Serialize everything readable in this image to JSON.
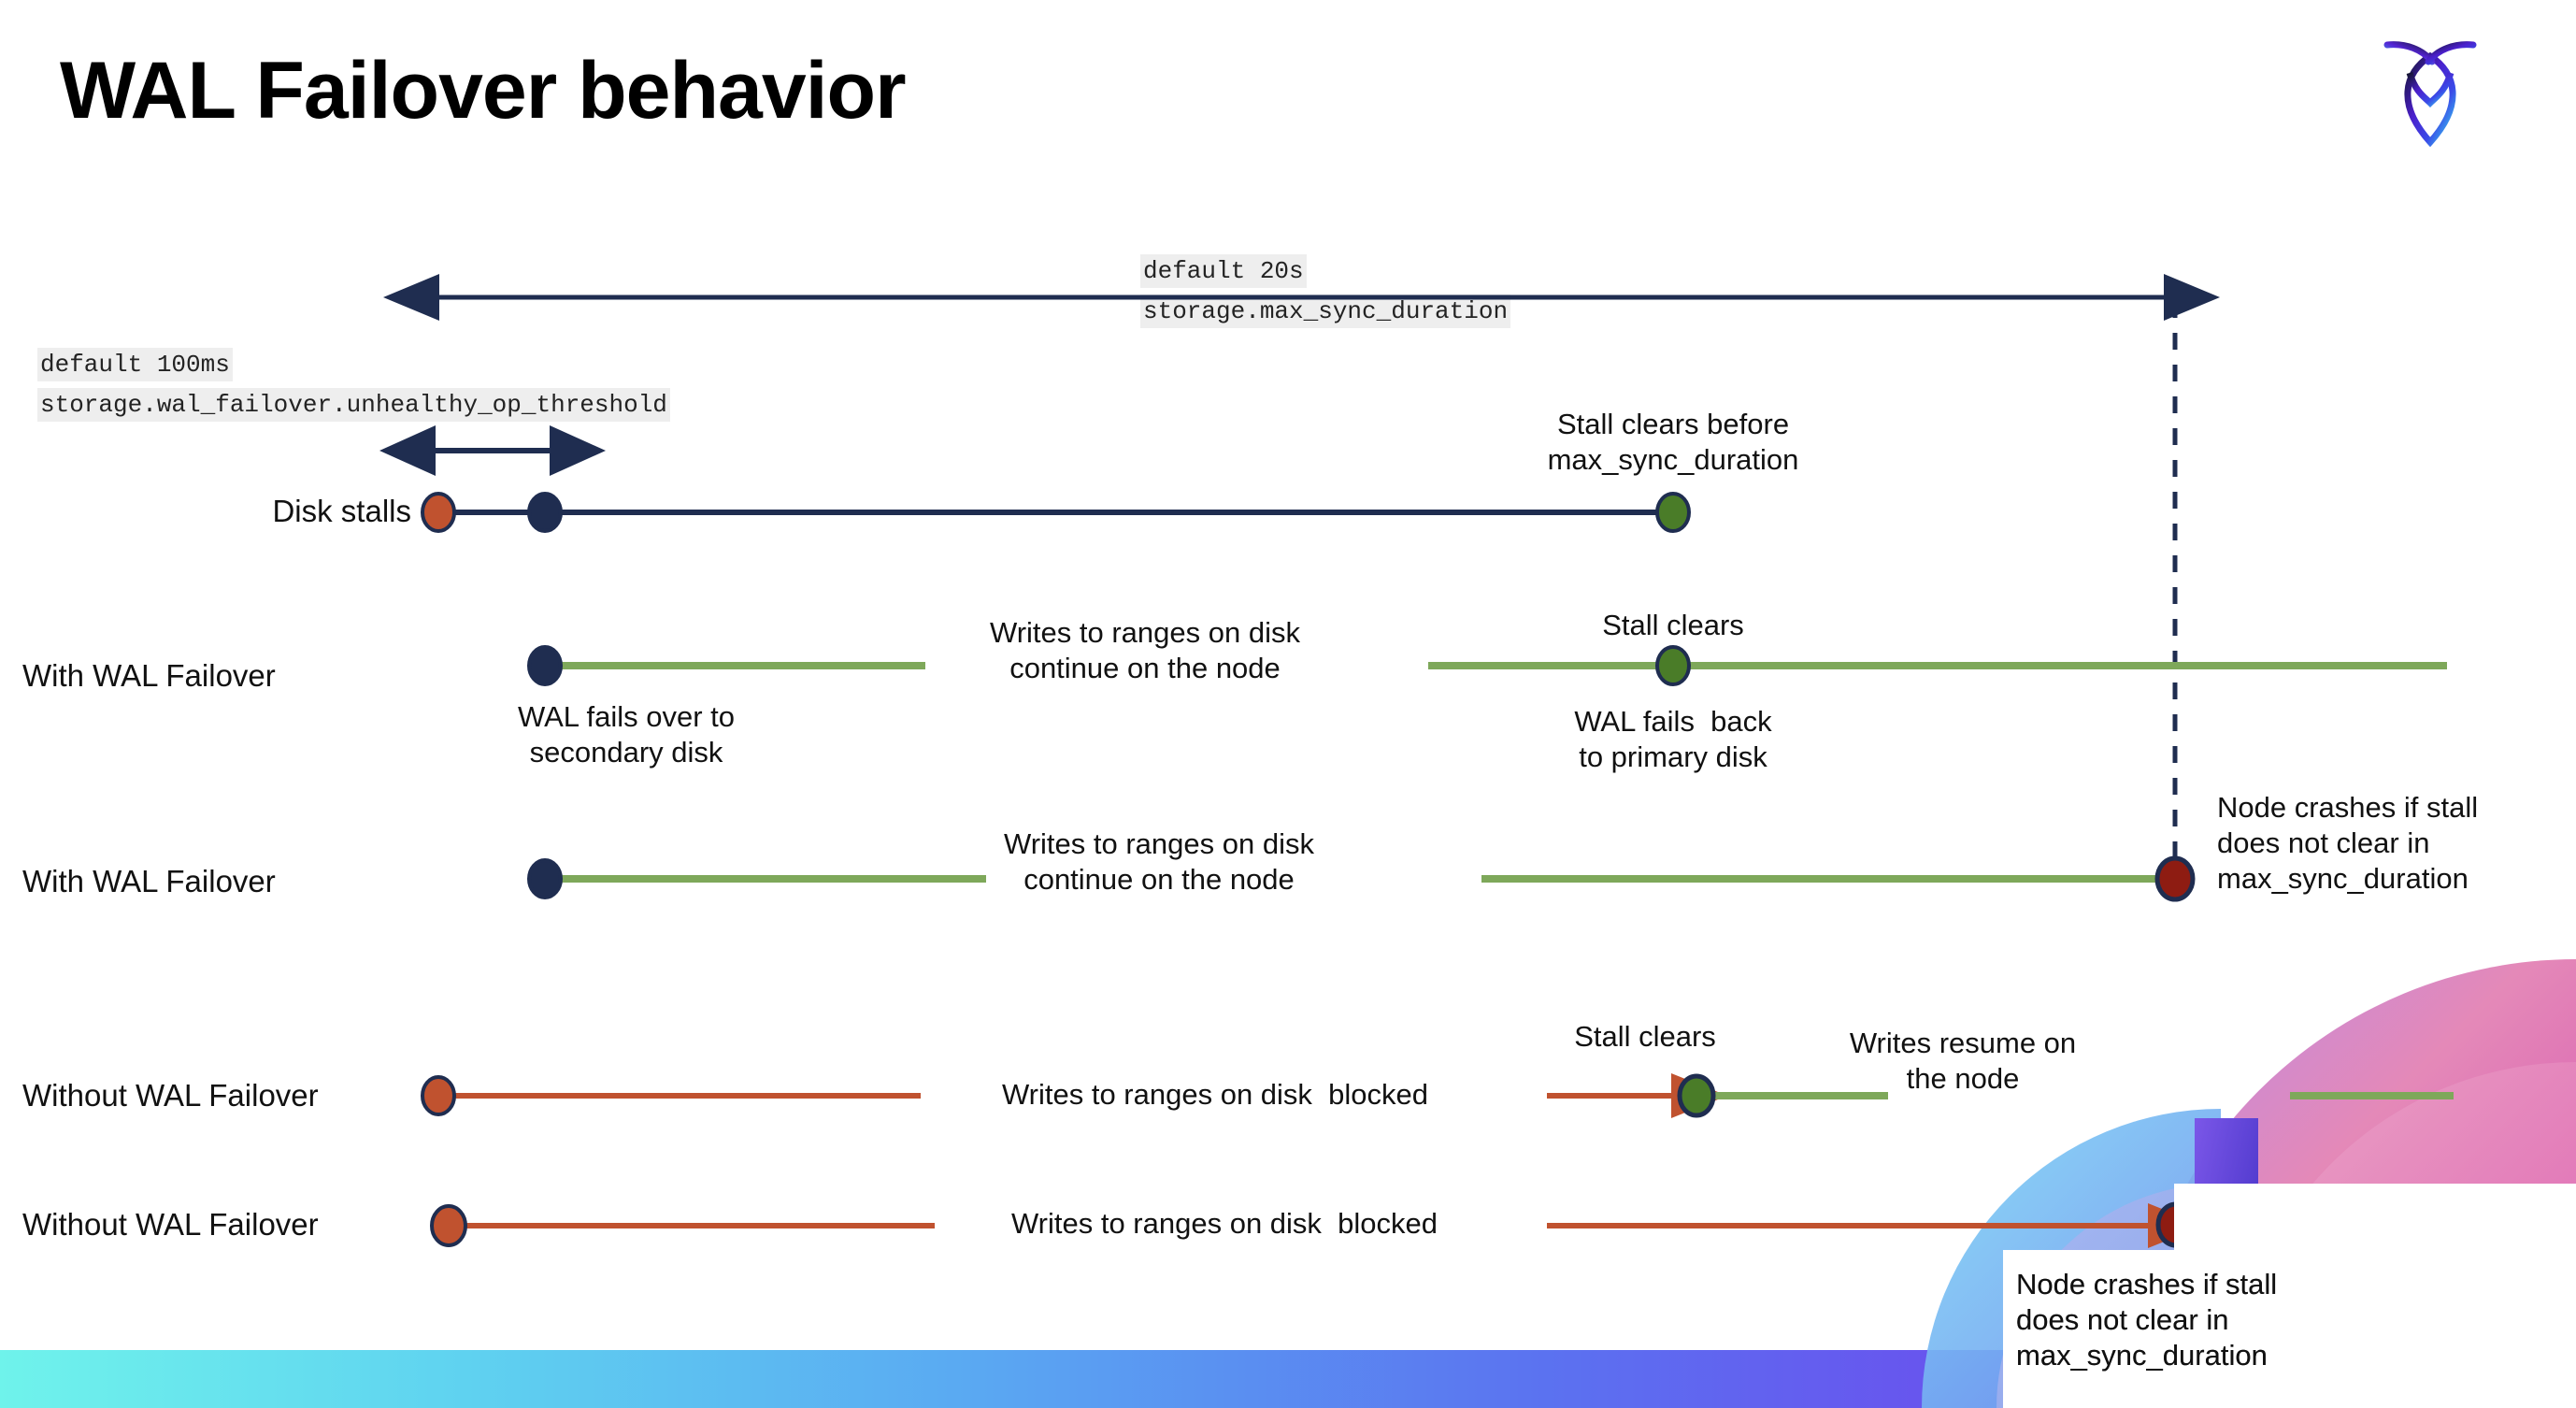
{
  "slide": {
    "title": "WAL Failover behavior",
    "logo_name": "cockroachdb-logo"
  },
  "colors": {
    "navy": "#1F2D50",
    "green_line": "#7EA85A",
    "green_dot": "#4A7C28",
    "rust": "#C0522F",
    "dark_red": "#8E1C12",
    "code_bg": "#EEEEEE",
    "accent_gradient_start": "#6FF3EB",
    "accent_gradient_end": "#7B3FEA"
  },
  "annotations": {
    "max_sync": {
      "line1": "default 20s",
      "line2": "storage.max_sync_duration"
    },
    "unhealthy_op": {
      "line1": "default 100ms",
      "line2": "storage.wal_failover.unhealthy_op_threshold"
    }
  },
  "rows": [
    {
      "id": "disk-stalls",
      "label": "Disk stalls",
      "notes": [
        {
          "id": "stall-clears-before",
          "text": "Stall clears before\nmax_sync_duration"
        }
      ]
    },
    {
      "id": "with-wal-failover-1",
      "label": "With WAL Failover",
      "notes": [
        {
          "id": "writes-continue-1",
          "text": "Writes to ranges on disk\ncontinue on the node"
        },
        {
          "id": "stall-clears-1",
          "text": "Stall clears"
        },
        {
          "id": "wal-fails-over",
          "text": "WAL fails over to\nsecondary disk"
        },
        {
          "id": "wal-fails-back",
          "text": "WAL fails  back\nto primary disk"
        }
      ]
    },
    {
      "id": "with-wal-failover-2",
      "label": "With WAL Failover",
      "notes": [
        {
          "id": "writes-continue-2",
          "text": "Writes to ranges on disk\ncontinue on the node"
        },
        {
          "id": "node-crashes-1",
          "text": "Node crashes if stall\ndoes not clear in\nmax_sync_duration"
        }
      ]
    },
    {
      "id": "without-wal-failover-1",
      "label": "Without WAL Failover",
      "notes": [
        {
          "id": "writes-blocked-1",
          "text": "Writes to ranges on disk  blocked"
        },
        {
          "id": "stall-clears-2",
          "text": "Stall clears"
        },
        {
          "id": "writes-resume",
          "text": "Writes resume on\nthe node"
        }
      ]
    },
    {
      "id": "without-wal-failover-2",
      "label": "Without WAL Failover",
      "notes": [
        {
          "id": "writes-blocked-2",
          "text": "Writes to ranges on disk  blocked"
        },
        {
          "id": "node-crashes-2",
          "text": "Node crashes if stall\ndoes not clear in\nmax_sync_duration"
        }
      ]
    }
  ],
  "text": {
    "disk_stalls": "Disk stalls",
    "with_wal_failover_1": "With WAL Failover",
    "with_wal_failover_2": "With WAL Failover",
    "without_wal_failover_1": "Without WAL Failover",
    "without_wal_failover_2": "Without WAL Failover",
    "stall_clears_before": "Stall clears before\nmax_sync_duration",
    "writes_continue_1": "Writes to ranges on disk\ncontinue on the node",
    "stall_clears_1": "Stall clears",
    "wal_fails_over": "WAL fails over to\nsecondary disk",
    "wal_fails_back": "WAL fails  back\nto primary disk",
    "writes_continue_2": "Writes to ranges on disk\ncontinue on the node",
    "node_crashes_1": "Node crashes if stall\ndoes not clear in\nmax_sync_duration",
    "writes_blocked_1": "Writes to ranges on disk  blocked",
    "stall_clears_2": "Stall clears",
    "writes_resume": "Writes resume on\nthe node",
    "writes_blocked_2": "Writes to ranges on disk  blocked",
    "node_crashes_2": "Node crashes if stall\ndoes not clear in\nmax_sync_duration"
  }
}
